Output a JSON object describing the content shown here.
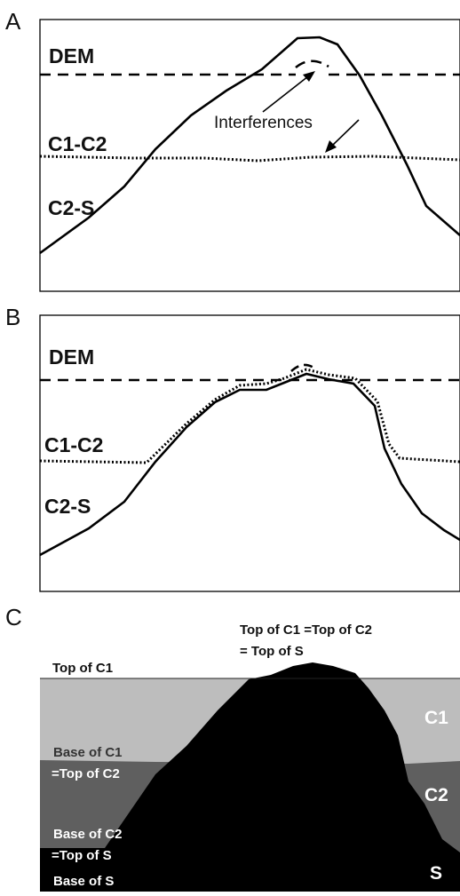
{
  "panels": {
    "a": {
      "letter": "A",
      "dem_label": "DEM",
      "c1c2_label": "C1-C2",
      "c2s_label": "C2-S",
      "annotation": "Interferences"
    },
    "b": {
      "letter": "B",
      "dem_label": "DEM",
      "c1c2_label": "C1-C2",
      "c2s_label": "C2-S"
    },
    "c": {
      "letter": "C",
      "top_of_c1": "Top of C1",
      "top_note_line1": "Top of C1 =Top of C2",
      "top_note_line2": "= Top of S",
      "base_c1_line1": "Base of C1",
      "base_c1_line2": "=Top of C2",
      "base_c2_line1": "Base of C2",
      "base_c2_line2": "=Top of S",
      "base_s": "Base of S",
      "layer_c1": "C1",
      "layer_c2": "C2",
      "layer_s": "S"
    }
  },
  "colors": {
    "layer_c1": "#bdbdbd",
    "layer_c2": "#5f5f5f",
    "layer_s": "#000000",
    "line": "#000000",
    "background": "#ffffff"
  }
}
